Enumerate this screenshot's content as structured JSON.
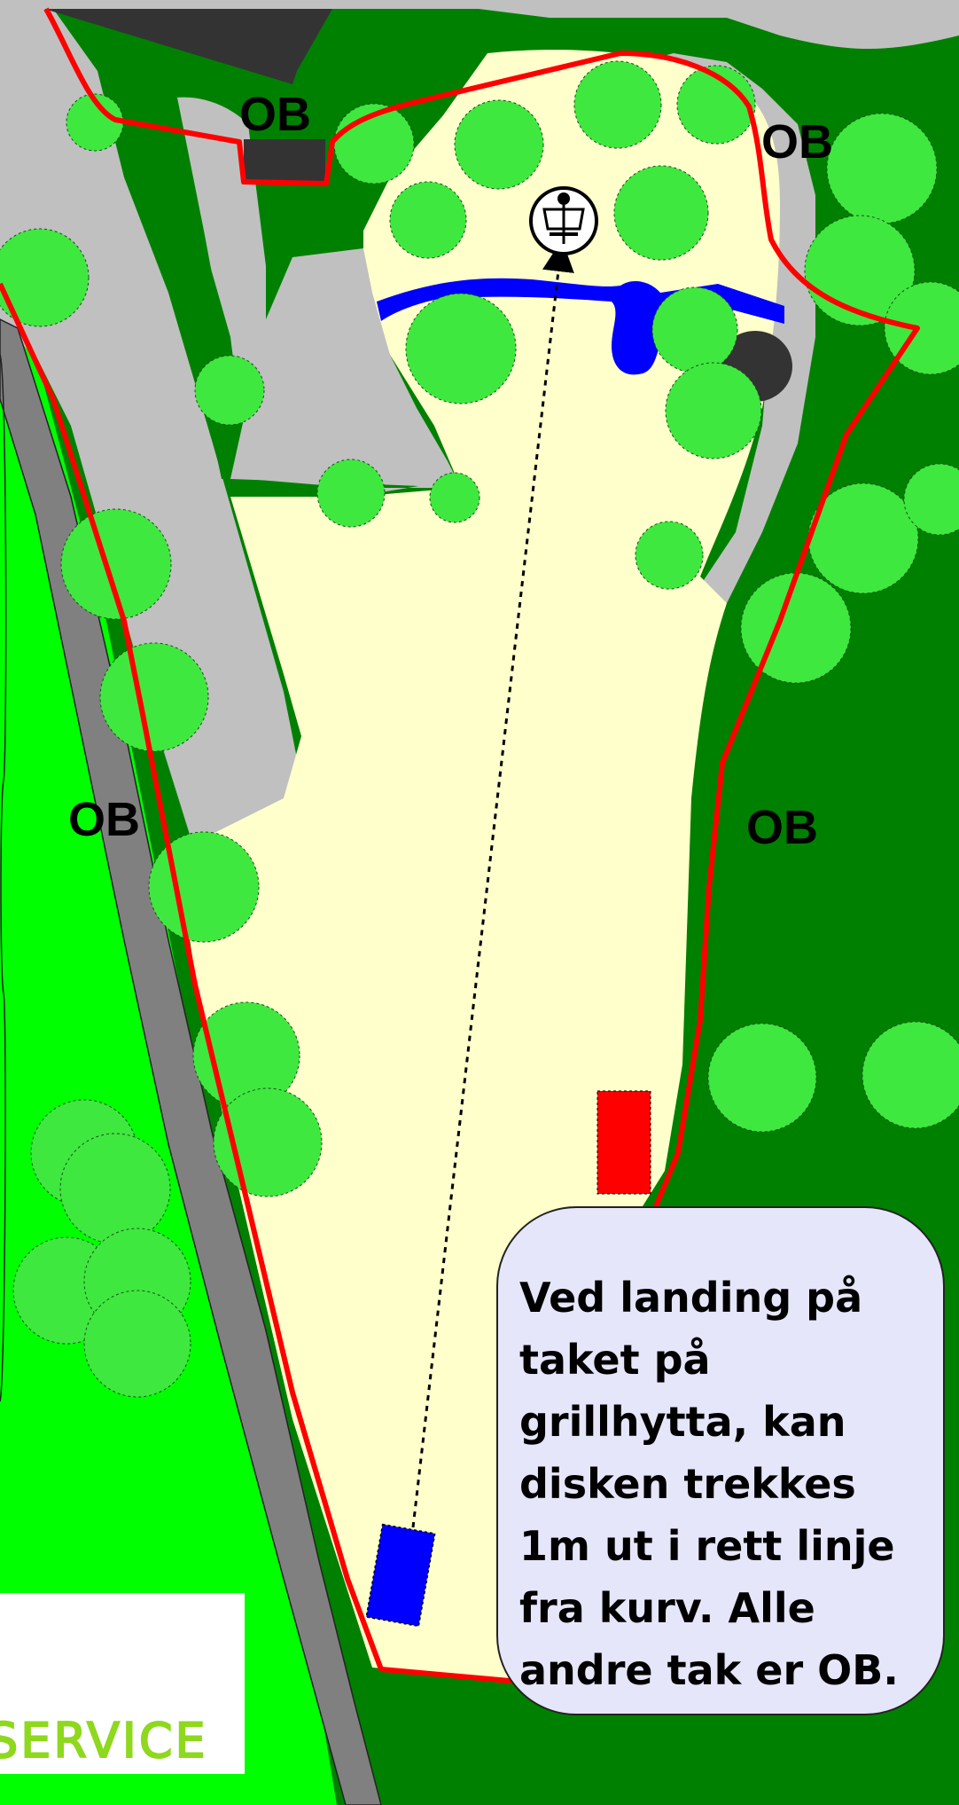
{
  "map": {
    "ob_labels": [
      "OB",
      "OB",
      "OB",
      "OB"
    ],
    "note_text": "Ved landing på taket på grillhytta, kan disken trekkes 1m ut i rett linje fra kurv. Alle andre tak er OB.",
    "logo_text": "SERVICE",
    "colors": {
      "fairway": "#ffffcc",
      "light_grass": "#00ff00",
      "dark_forest": "#008000",
      "gravel": "#c0c0c0",
      "road": "#808080",
      "water": "#0000ff",
      "tree": "#3fe83f",
      "ob_line": "#ff0000",
      "tee": "#0000ff",
      "drop_zone": "#ff0000",
      "building": "#333333",
      "note_background": "#e6e6fa"
    }
  }
}
